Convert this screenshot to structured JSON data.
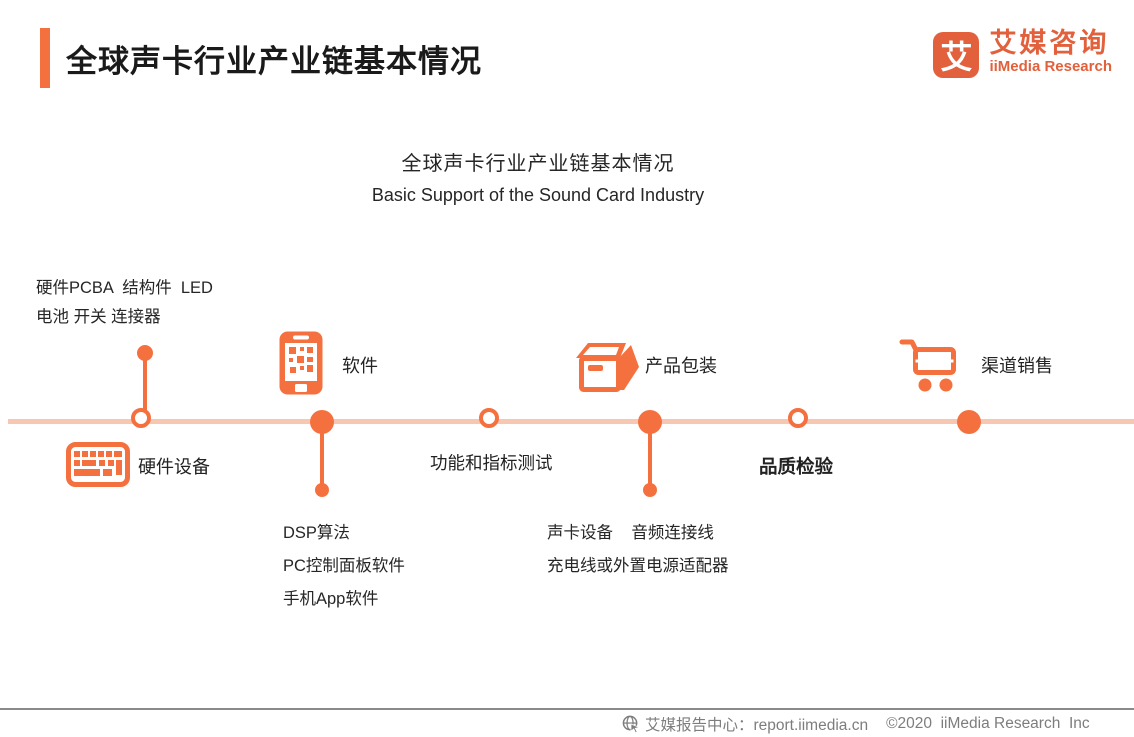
{
  "header": {
    "title": "全球声卡行业产业链基本情况",
    "logo": {
      "glyph": "艾",
      "name_cn": "艾媒咨询",
      "name_en": "iiMedia Research"
    }
  },
  "subtitle": {
    "cn": "全球声卡行业产业链基本情况",
    "en": "Basic Support of the Sound Card Industry"
  },
  "timeline": {
    "stages": [
      {
        "label": "硬件设备",
        "icon": "keyboard-icon",
        "marker": "open",
        "notes_above": [
          "硬件PCBA  结构件  LED",
          "电池 开关 连接器"
        ]
      },
      {
        "label": "软件",
        "icon": "phone-icon",
        "marker": "filled",
        "notes_below": [
          "DSP算法",
          "PC控制面板软件",
          "手机App软件"
        ]
      },
      {
        "label": "功能和指标测试",
        "marker": "open"
      },
      {
        "label": "产品包装",
        "icon": "box-icon",
        "marker": "filled",
        "notes_below": [
          "声卡设备    音频连接线",
          "充电线或外置电源适配器"
        ]
      },
      {
        "label": "品质检验",
        "marker": "open"
      },
      {
        "label": "渠道销售",
        "icon": "cart-icon",
        "marker": "filled"
      }
    ]
  },
  "footer": {
    "source": "艾媒报告中心：report.iimedia.cn",
    "copyright": "©2020  iiMedia Research  Inc"
  },
  "colors": {
    "brand_orange": "#E2603C",
    "accent_orange": "#F4713F",
    "accent_light": "#F8C7B2",
    "text_dark": "#1A1A1A",
    "footer_gray": "#7D7D7D"
  }
}
